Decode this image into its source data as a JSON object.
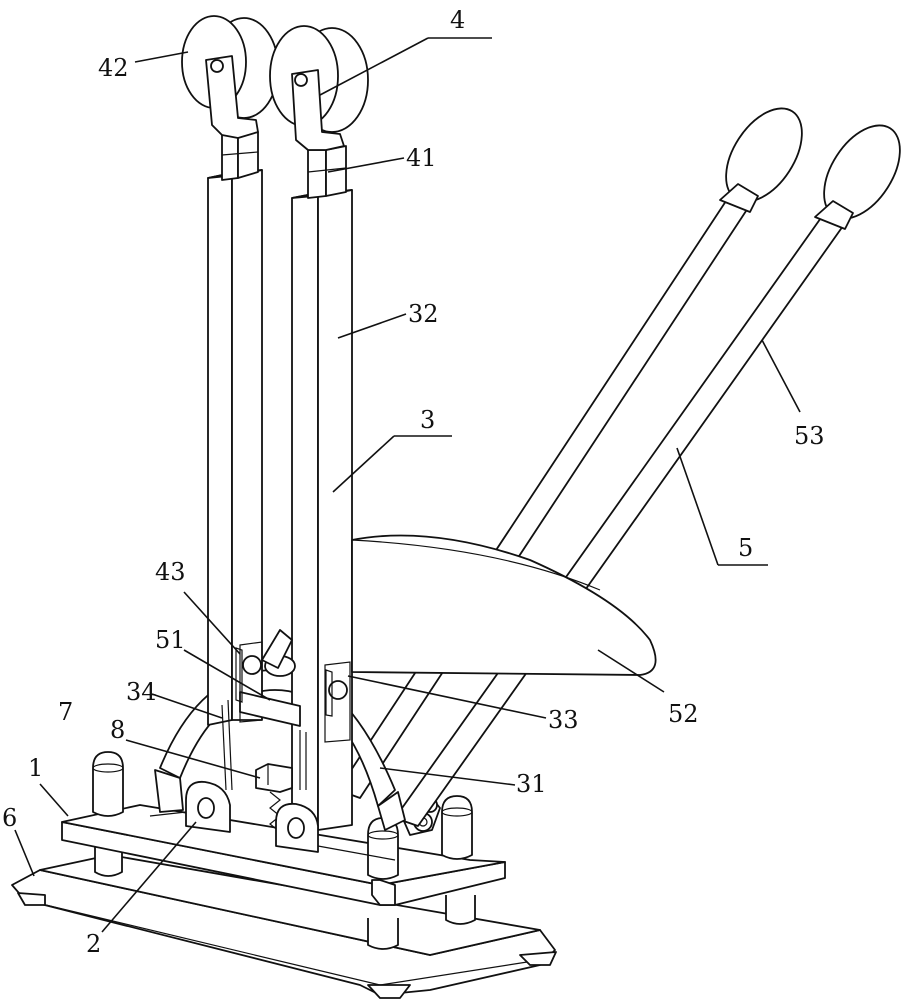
{
  "labels": {
    "l42": "42",
    "l4": "4",
    "l41": "41",
    "l32": "32",
    "l3": "3",
    "l53": "53",
    "l5": "5",
    "l43": "43",
    "l51": "51",
    "l34": "34",
    "l33": "33",
    "l52": "52",
    "l7": "7",
    "l8": "8",
    "l31": "31",
    "l1": "1",
    "l6": "6",
    "l2": "2"
  }
}
